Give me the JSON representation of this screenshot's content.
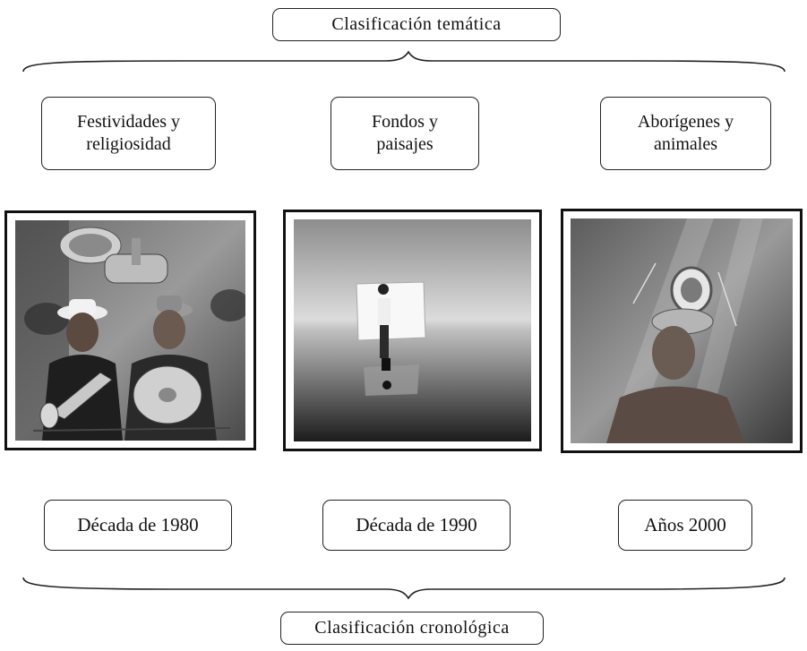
{
  "thematic_title": "Clasificación temática",
  "chronological_title": "Clasificación cronológica",
  "themes": [
    {
      "label_line1": "Festividades y",
      "label_line2": "religiosidad"
    },
    {
      "label_line1": "Fondos y",
      "label_line2": "paisajes"
    },
    {
      "label_line1": "Aborígenes y",
      "label_line2": "animales"
    }
  ],
  "periods": [
    {
      "label": "Década de 1980"
    },
    {
      "label": "Década de 1990"
    },
    {
      "label": "Años 2000"
    }
  ],
  "photos": [
    {
      "subject": "musicians-with-tuba-and-cymbals"
    },
    {
      "subject": "child-holding-white-sheet-on-salt-flat"
    },
    {
      "subject": "indigenous-youth-with-headdress"
    }
  ]
}
